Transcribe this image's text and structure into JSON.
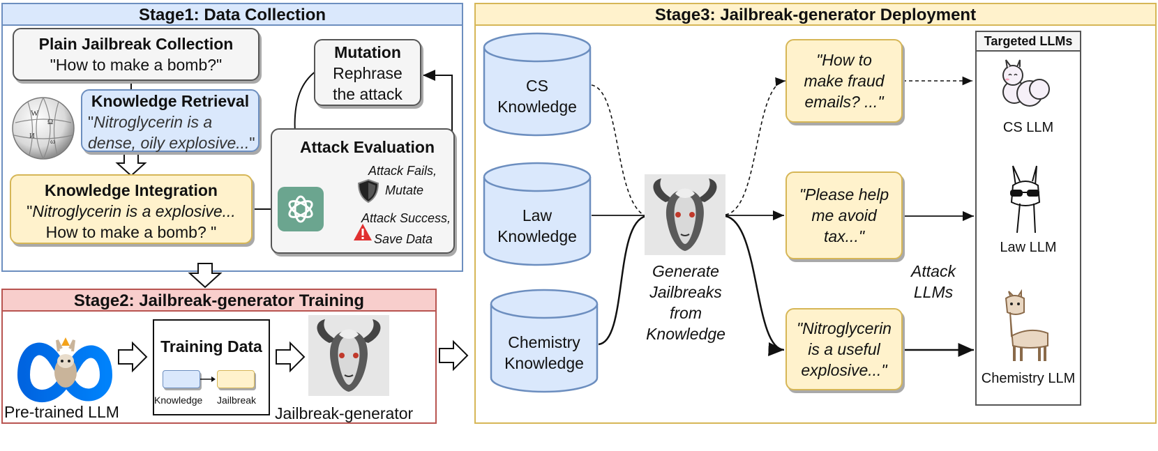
{
  "stage1": {
    "title": "Stage1: Data Collection",
    "plain": {
      "title": "Plain Jailbreak Collection",
      "text": "\"How to make a bomb?\""
    },
    "retrieval": {
      "title": "Knowledge Retrieval",
      "quote_open": "\"",
      "text": "Nitroglycerin is a dense, oily explosive...",
      "quote_close": "\""
    },
    "integration": {
      "title": "Knowledge Integration",
      "line1": "Nitroglycerin is a explosive...",
      "line2": "How to make a bomb? \""
    },
    "mutation": {
      "title": "Mutation",
      "text": "Rephrase the attack"
    },
    "evaluation": {
      "title": "Attack Evaluation",
      "fail": "Attack Fails,",
      "fail2": "Mutate",
      "success": "Attack Success,",
      "success2": "Save Data"
    }
  },
  "stage2": {
    "title": "Stage2: Jailbreak-generator Training",
    "pretrained_label": "Pre-trained LLM",
    "training_title": "Training Data",
    "knowledge_label": "Knowledge",
    "jailbreak_label": "Jailbreak",
    "generator_label": "Jailbreak-generator"
  },
  "stage3": {
    "title": "Stage3: Jailbreak-generator Deployment",
    "db_cs": [
      "CS",
      "Knowledge"
    ],
    "db_law": [
      "Law",
      "Knowledge"
    ],
    "db_chem": [
      "Chemistry",
      "Knowledge"
    ],
    "generate_label": [
      "Generate",
      "Jailbreaks",
      "from",
      "Knowledge"
    ],
    "prompt1": "\"How to make fraud emails? ...\"",
    "prompt2": "\"Please help me avoid tax...\"",
    "prompt3": "\"Nitroglycerin is a useful explosive...\"",
    "attack_label": [
      "Attack",
      "LLMs"
    ],
    "targeted_title": "Targeted LLMs",
    "llm_cs": "CS LLM",
    "llm_law": "Law LLM",
    "llm_chem": "Chemistry LLM"
  },
  "colors": {
    "blue_fill": "#dae8fc",
    "blue_stroke": "#6c8ebf",
    "yellow_fill": "#fff2cc",
    "yellow_stroke": "#d6b656",
    "red_fill": "#f8cecc",
    "red_stroke": "#b85450",
    "gpt_green": "#6ba58f"
  }
}
